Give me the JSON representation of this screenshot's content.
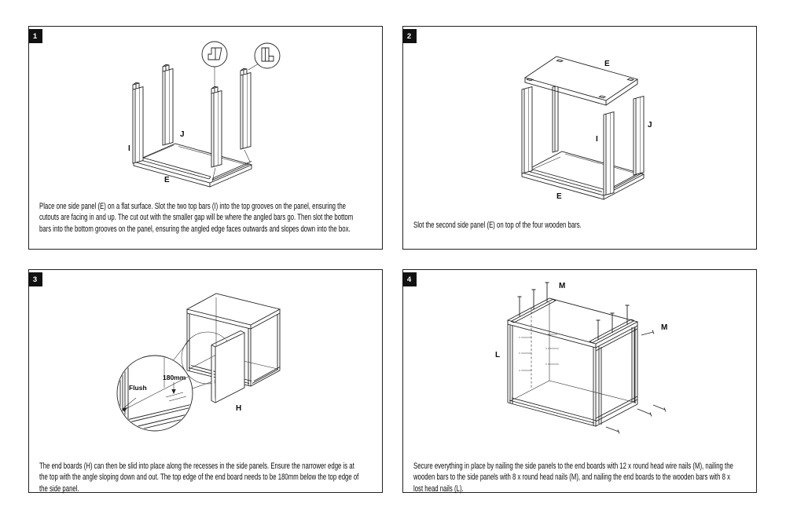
{
  "colors": {
    "line": "#222222",
    "ink": "#0b0b0b",
    "badge_bg": "#111111",
    "badge_text": "#ffffff",
    "background": "#ffffff"
  },
  "panels": [
    {
      "number": "1",
      "instruction": "Place one side panel (E) on a flat surface. Slot the two top bars (I) into the top grooves on the panel, ensuring the cutouts are facing in and up. The cut out with the smaller gap will be where the angled bars go. Then slot the bottom bars into the bottom grooves on the panel, ensuring the angled edge faces outwards and slopes down into the box.",
      "labels": {
        "top_bar": "I",
        "bottom_bar": "J",
        "side_panel": "E"
      }
    },
    {
      "number": "2",
      "instruction": "Slot the second side panel (E) on top of the four wooden bars.",
      "labels": {
        "top_panel": "E",
        "right_bar": "J",
        "front_bar": "I",
        "bottom_panel": "E"
      }
    },
    {
      "number": "3",
      "instruction": "The end boards (H) can then be slid into place along the recesses in the side panels. Ensure the narrower edge is at the top with the angle sloping down and out. The top edge of the end board needs to be 180mm below the top edge of the side panel.",
      "labels": {
        "end_board": "H",
        "flush": "Flush",
        "measurement": "180mm"
      }
    },
    {
      "number": "4",
      "instruction": "Secure everything in place by nailing the side panels to the end boards with 12 x round head wire nails (M), nailing the wooden bars to the side panels with 8 x round head nails (M), and nailing the end boards to the wooden bars with 8 x lost head nails (L).",
      "labels": {
        "top_nails": "M",
        "side_nails": "M",
        "left_nails": "L"
      }
    }
  ]
}
